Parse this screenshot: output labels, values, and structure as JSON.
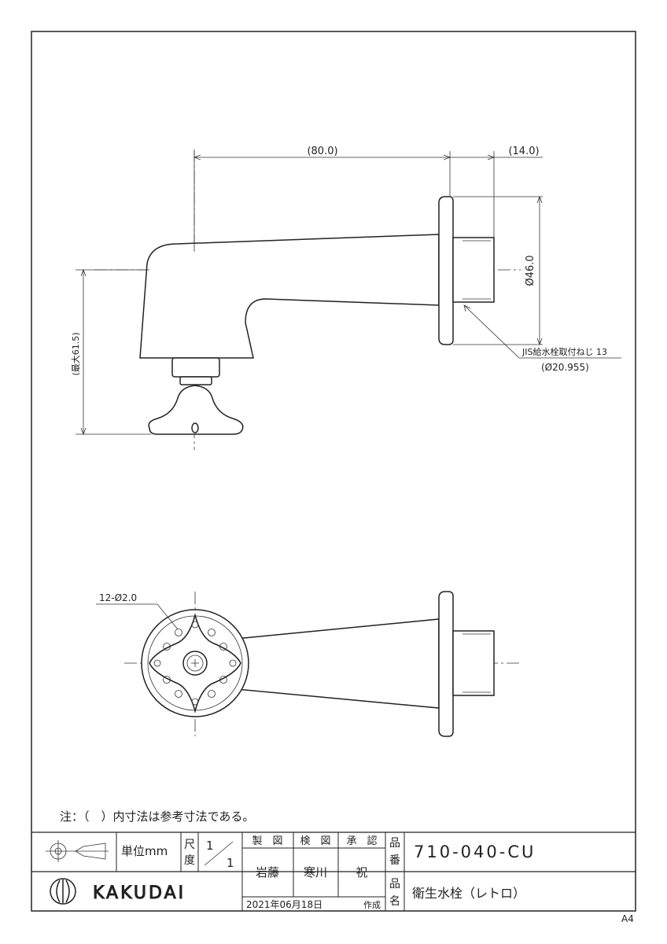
{
  "drawing": {
    "dimensions": {
      "length": "(80.0)",
      "thread_length": "(14.0)",
      "flange_diameter": "Ø46.0",
      "max_height": "(最大61.5)",
      "thread_spec": "JIS給水栓取付ねじ 13",
      "thread_diameter": "(Ø20.955)",
      "holes": "12-Ø2.0"
    }
  },
  "note": "注：（　）内寸法は参考寸法である。",
  "title_block": {
    "unit_label": "単位mm",
    "scale_label": "尺度",
    "scale_num": "1",
    "scale_den": "1",
    "drawn_label": "製　図",
    "checked_label": "検　図",
    "approved_label": "承　認",
    "drawn_by": "岩藤",
    "checked_by": "寒川",
    "approved_by": "祝",
    "part_no_label": "品番",
    "part_no": "710-040-CU",
    "part_name_label": "品名",
    "part_name": "衛生水栓（レトロ）",
    "date": "2021年06月18日",
    "created_label": "作成",
    "brand": "KAKUDAI"
  },
  "paper_size": "A4"
}
